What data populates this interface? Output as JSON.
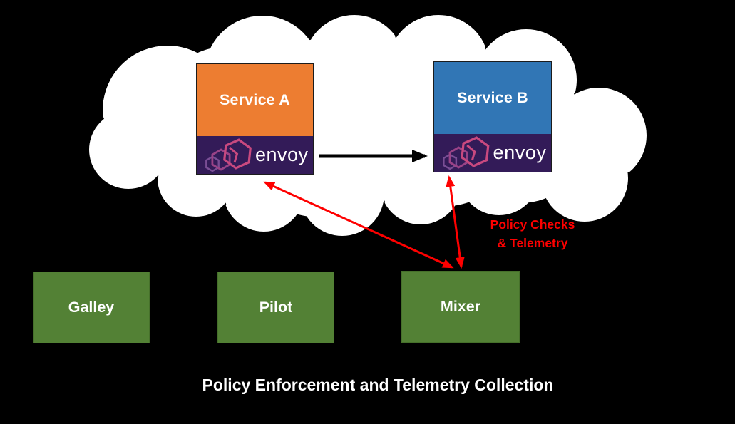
{
  "background": "#000000",
  "mesh": {
    "cloud": {
      "fill": "#FFFFFF",
      "outline": "#000000"
    },
    "services": [
      {
        "label": "Service A",
        "color": "#ED7D31"
      },
      {
        "label": "Service B",
        "color": "#3176B5"
      }
    ],
    "sidecar": {
      "label": "envoy",
      "colors": {
        "bg": "#331B58",
        "hex_main": "#C9497F",
        "hex_mid": "#9A4387",
        "hex_small": "#7A4E95",
        "text": "#FFFFFF"
      }
    }
  },
  "control_plane": {
    "components": [
      {
        "label": "Galley",
        "color": "#538135"
      },
      {
        "label": "Pilot",
        "color": "#538135"
      },
      {
        "label": "Mixer",
        "color": "#538135"
      }
    ]
  },
  "annotations": {
    "policy_label": {
      "line1": "Policy Checks",
      "line2": "& Telemetry",
      "color": "#FE0000"
    },
    "caption": {
      "text": "Policy Enforcement and Telemetry Collection",
      "color": "#FFFFFF"
    }
  },
  "arrows": [
    {
      "name": "service-traffic",
      "from": "envoy (Service A)",
      "to": "envoy (Service B)",
      "color": "#000000",
      "heads": "end"
    },
    {
      "name": "mixer-envoy-a",
      "from": "Mixer",
      "to": "envoy (Service A)",
      "color": "#FE0000",
      "heads": "both"
    },
    {
      "name": "mixer-envoy-b",
      "from": "Mixer",
      "to": "envoy (Service B)",
      "color": "#FE0000",
      "heads": "both"
    }
  ]
}
